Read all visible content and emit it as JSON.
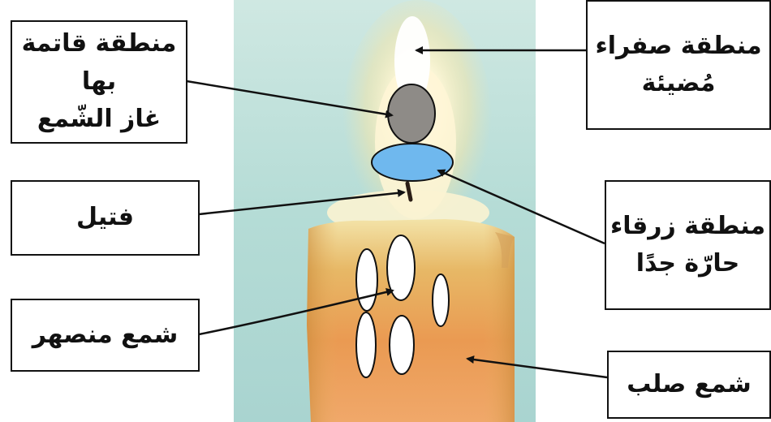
{
  "labels": {
    "dark_zone": {
      "line1": "منطقة قاتمة بها",
      "line2": "غاز الشّمع"
    },
    "yellow_zone": {
      "line1": "منطقة صفراء",
      "line2": "مُضيئة"
    },
    "wick": "فتيل",
    "blue_zone": {
      "line1": "منطقة زرقاء",
      "line2": "حارّة جدًا"
    },
    "melted_wax": "شمع منصهر",
    "solid_wax": "شمع صلب"
  },
  "colors": {
    "background": "#b8dcd8",
    "dark_zone_marker": "#8e8b87",
    "blue_zone_marker": "#6fb8ee",
    "wax": "#e8a25a",
    "arrows": "#111111"
  }
}
